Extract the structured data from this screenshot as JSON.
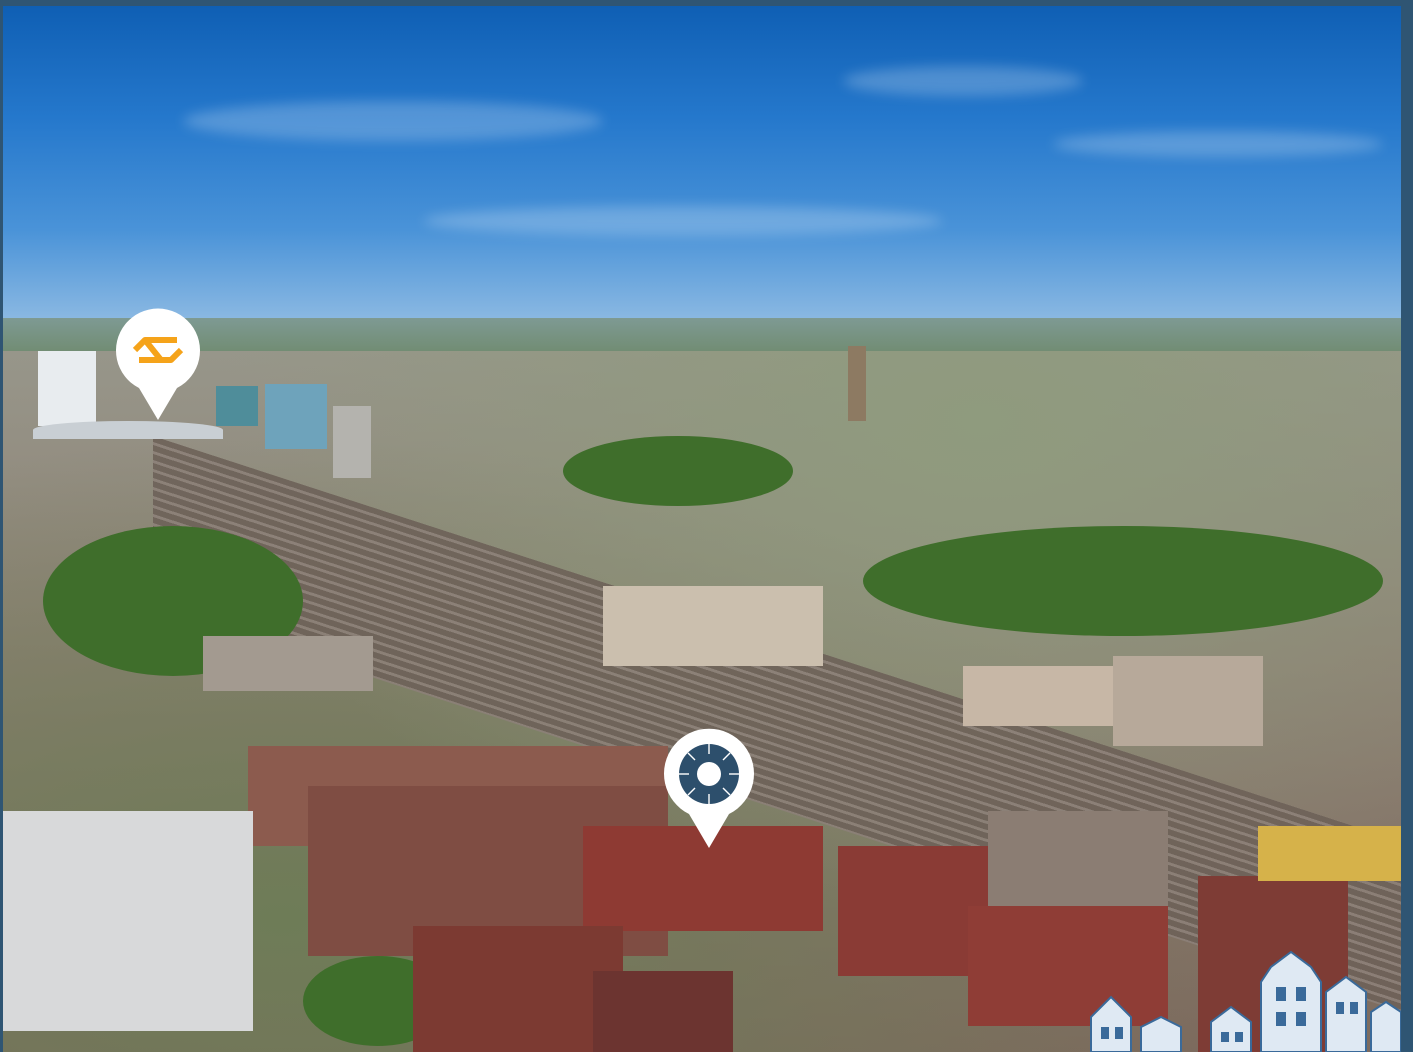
{
  "scene": {
    "subject": "aerial-city-view",
    "pins": [
      {
        "name": "train-station-pin",
        "icon": "ns-rail-logo-icon",
        "color": "#f5a31a"
      },
      {
        "name": "project-location-pin",
        "icon": "sun-burst-logo-icon",
        "color": "#2d4f6c"
      }
    ],
    "decoration": {
      "name": "canal-houses-skyline",
      "color": "#3a6a9a"
    }
  }
}
